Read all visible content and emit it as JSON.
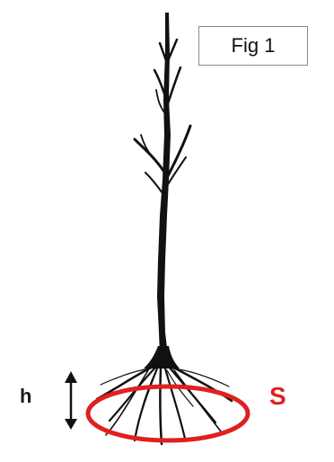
{
  "figure": {
    "caption": "Fig 1",
    "height_label": "h",
    "surface_label": "S",
    "colors": {
      "plant": "#111111",
      "surface_ellipse": "#e02020",
      "surface_label": "#e02020",
      "arrow": "#111111",
      "caption_border": "#8a8a8a"
    },
    "icons": {
      "plant": "sapling-with-roots-icon",
      "height_arrow": "double-headed-vertical-arrow-icon"
    }
  }
}
